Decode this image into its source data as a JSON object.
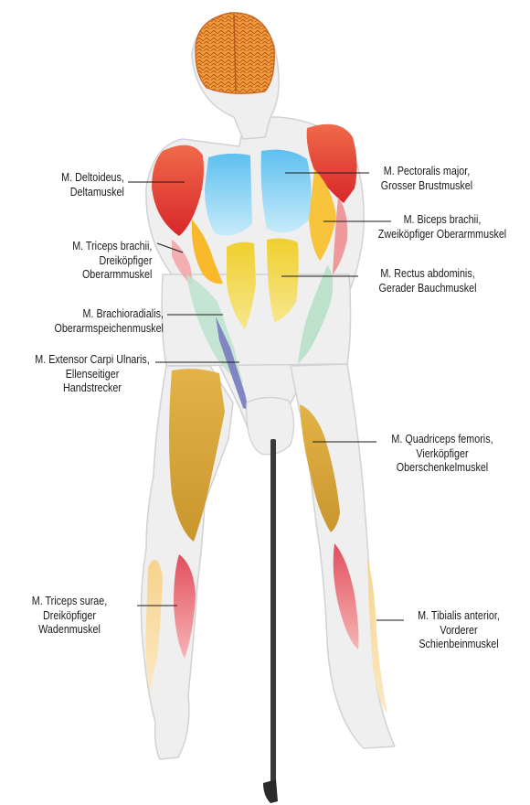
{
  "labels": {
    "deltoideus": [
      "M. Deltoideus,",
      "Deltamuskel"
    ],
    "triceps_brachii": [
      "M. Triceps brachii,",
      "Dreiköpfiger",
      "Oberarmmuskel"
    ],
    "brachioradialis": [
      "M. Brachioradialis,",
      "Oberarmspeichenmuskel"
    ],
    "extensor": [
      "M. Extensor Carpi Ulnaris,",
      "Ellenseitiger",
      "Handstrecker"
    ],
    "triceps_surae": [
      "M. Triceps surae,",
      "Dreiköpfiger",
      "Wadenmuskel"
    ],
    "pectoralis": [
      "M. Pectoralis major,",
      "Grosser Brustmuskel"
    ],
    "biceps": [
      "M. Biceps brachii,",
      "Zweiköpfiger Oberarmmuskel"
    ],
    "rectus": [
      "M. Rectus abdominis,",
      "Gerader Bauchmuskel"
    ],
    "quadriceps": [
      "M. Quadriceps femoris,",
      "Vierköpfiger",
      "Oberschenkelmuskel"
    ],
    "tibialis": [
      "M. Tibialis anterior,",
      "Vorderer",
      "Schienbeinmuskel"
    ]
  },
  "colors": {
    "skin": "#efeff0",
    "outline": "#d2d2d6",
    "brain": "#e98a2e",
    "deltoid": "#e53b2e",
    "pectoral": "#72c9ef",
    "biceps": "#f8bb2c",
    "rectus": "#ecd53c",
    "forearm": "#a9dcc2",
    "brachioradialis": "#7f86c2",
    "quadriceps": "#d9ab3a",
    "calf": "#e8656f",
    "club": "#3a3a3a"
  }
}
